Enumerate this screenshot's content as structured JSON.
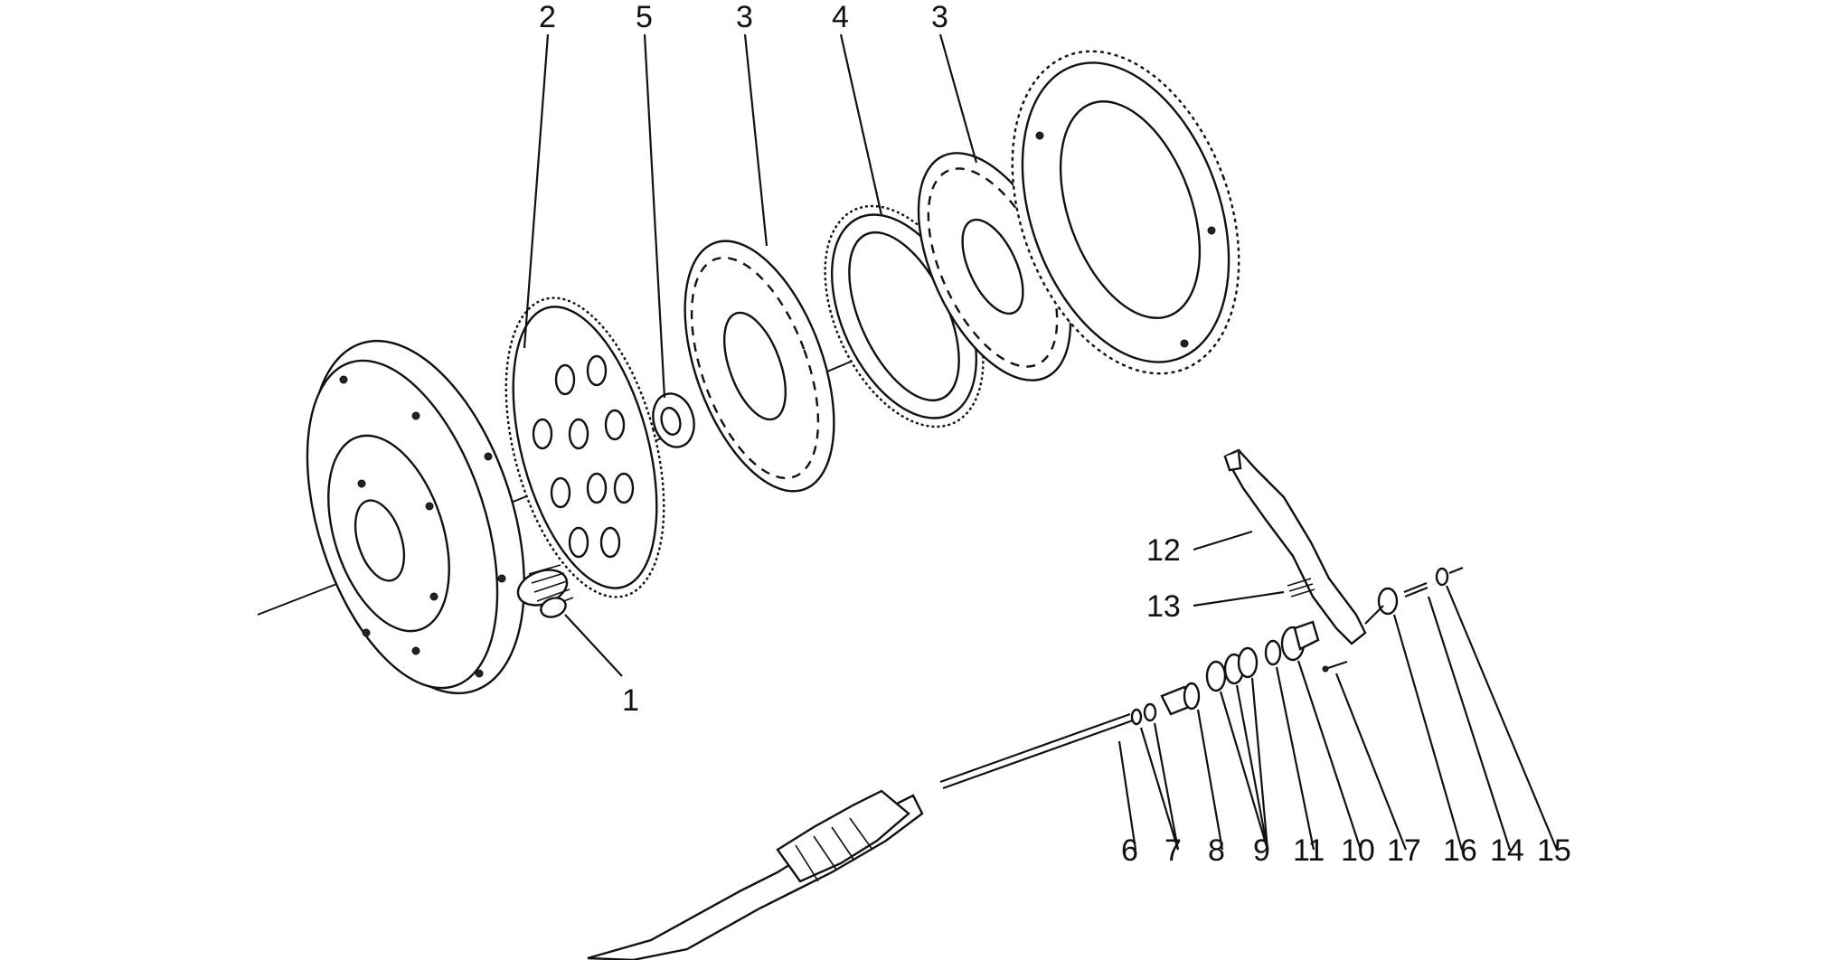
{
  "diagram": {
    "callouts": {
      "c1": "1",
      "c2": "2",
      "c3a": "3",
      "c3b": "3",
      "c4": "4",
      "c5": "5",
      "c6": "6",
      "c7": "7",
      "c8": "8",
      "c9": "9",
      "c10": "10",
      "c11": "11",
      "c12": "12",
      "c13": "13",
      "c14": "14",
      "c15": "15",
      "c16": "16",
      "c17": "17"
    }
  }
}
